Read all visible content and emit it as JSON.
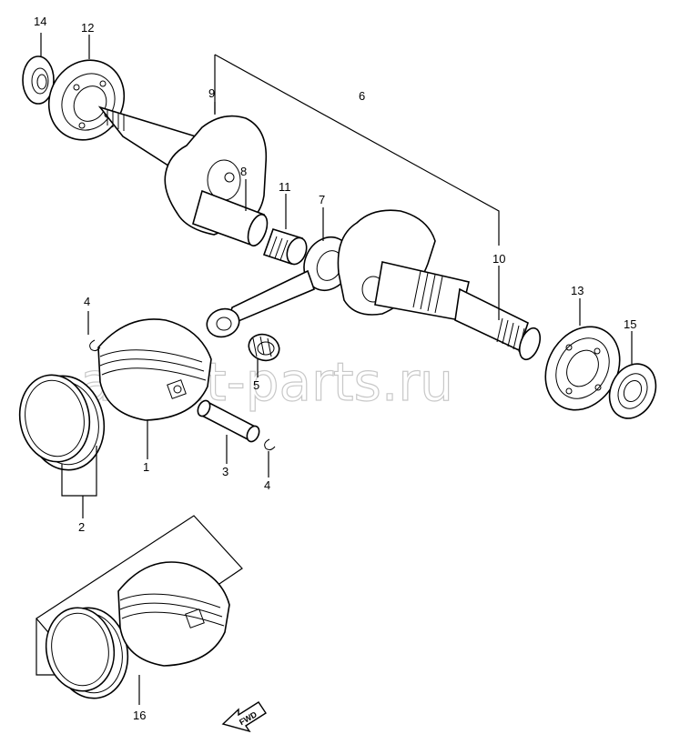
{
  "labels": {
    "p1": "1",
    "p2": "2",
    "p3": "3",
    "p4a": "4",
    "p4b": "4",
    "p5": "5",
    "p6": "6",
    "p7": "7",
    "p8": "8",
    "p9": "9",
    "p10": "10",
    "p11": "11",
    "p12": "12",
    "p13": "13",
    "p14": "14",
    "p15": "15",
    "p16": "16"
  },
  "fwd_label": "FWD",
  "watermark": "ansat-parts.ru",
  "icons": {
    "fwd": "arrow-fwd-icon"
  }
}
